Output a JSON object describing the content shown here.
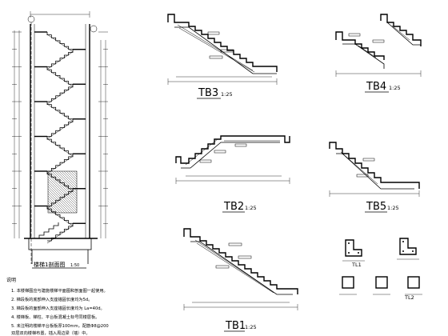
{
  "section": {
    "title": "楼梯1剖面图",
    "scale": "1:50"
  },
  "details": {
    "TB1": {
      "label": "TB1",
      "scale": "1:25"
    },
    "TB2": {
      "label": "TB2",
      "scale": "1:25"
    },
    "TB3": {
      "label": "TB3",
      "scale": "1:25"
    },
    "TB4": {
      "label": "TB4",
      "scale": "1:25"
    },
    "TB5": {
      "label": "TB5",
      "scale": "1:25"
    },
    "TL1": {
      "label": "TL1"
    },
    "TL2": {
      "label": "TL2"
    }
  },
  "notes": {
    "heading": "说明",
    "items": [
      "1.  本楼梯图应与建施楼梯平面图和剖面图一起使用。",
      "2.  梯段板的底部伸入支座锚固长度均为5d。",
      "3.  梯段板的面部伸入支座锚固长度均为 La=40d。",
      "4.  楼梯板、梯柱、平台板混凝土标号同楼层板。",
      "5.  未注明的楼梯平台板板厚100mm，配筋Φ8@200",
      "     双层双向楼梯布置，插入周边梁（墙）中。"
    ]
  }
}
